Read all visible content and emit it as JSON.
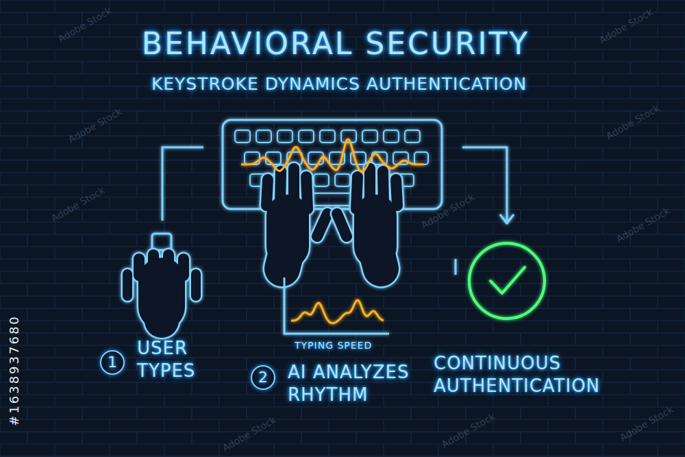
{
  "diagram": {
    "title": "BEHAVIORAL SECURITY",
    "caption": "KEYSTROKE DYNAMICS AUTHENTICATION",
    "nodes": [
      {
        "text": [
          "USER TYPES"
        ]
      },
      {
        "text": [
          "TYPING SPEED"
        ]
      },
      {
        "text": [
          "CONTINUOUS AUTHENTICATION"
        ]
      }
    ],
    "labels": [
      "1",
      "2",
      "AI ANALYZES RHYTHM",
      "#1638937680",
      "Adobe Stock",
      "Adobe Stock",
      "Adobe Stock",
      "Adobe Stock",
      "Adobe Stock",
      "Adobe Stock",
      "Adobe Stock",
      "Adobe Stock",
      "Adobe Stock",
      "Adobe Stock"
    ]
  }
}
